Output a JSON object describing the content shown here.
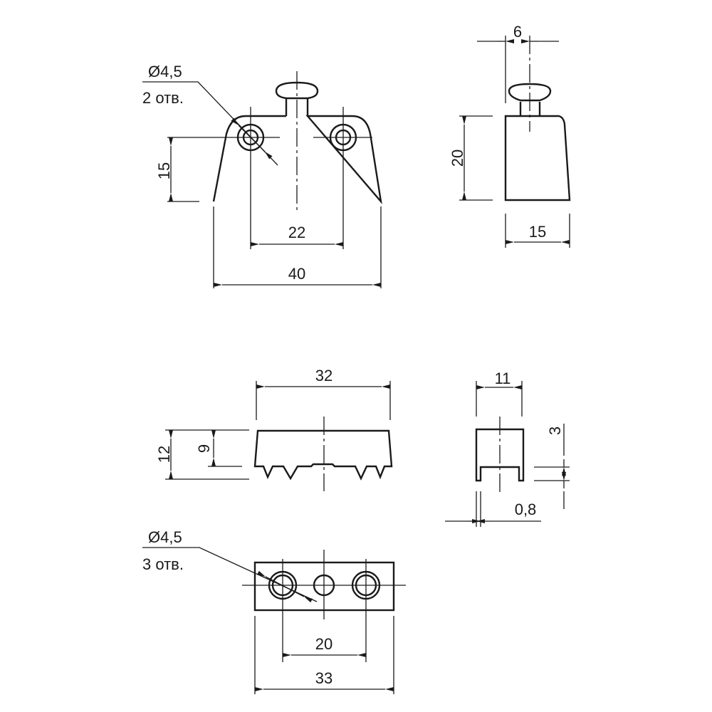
{
  "view1": {
    "hole_label": "Ø4,5",
    "hole_count": "2 отв.",
    "dim_height": "15",
    "dim_hole_spacing": "22",
    "dim_width": "40"
  },
  "view2": {
    "dim_knob": "6",
    "dim_height": "20",
    "dim_width": "15"
  },
  "view3": {
    "dim_width": "32",
    "dim_total_height": "12",
    "dim_body_height": "9"
  },
  "view4": {
    "dim_width": "11",
    "dim_leg": "3",
    "dim_thickness": "0,8"
  },
  "view5": {
    "hole_label": "Ø4,5",
    "hole_count": "3 отв.",
    "dim_hole_spacing": "20",
    "dim_width": "33"
  }
}
